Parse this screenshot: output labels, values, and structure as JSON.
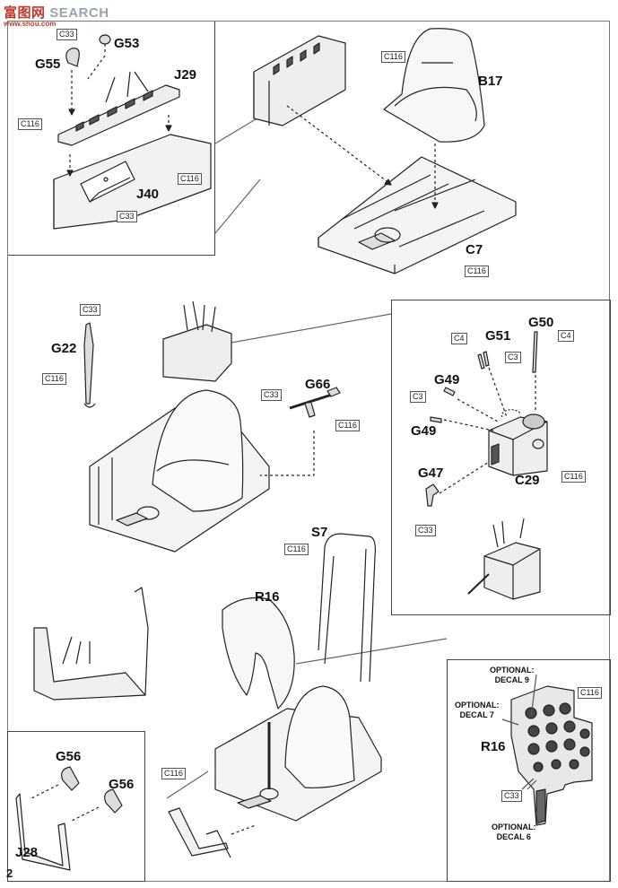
{
  "watermark": {
    "brand": "SEARCH",
    "prefix_glyphs": "富图网",
    "subtext": "www.shou.com"
  },
  "page_number": "2",
  "parts": {
    "G53": "G53",
    "G55": "G55",
    "J29": "J29",
    "J40": "J40",
    "B17": "B17",
    "C7": "C7",
    "G22": "G22",
    "G66": "G66",
    "G51": "G51",
    "G50": "G50",
    "G49a": "G49",
    "G49b": "G49",
    "G47": "G47",
    "C29": "C29",
    "S7": "S7",
    "R16a": "R16",
    "R16b": "R16",
    "G56a": "G56",
    "G56b": "G56",
    "J28": "J28"
  },
  "paint_codes": {
    "c1": "C33",
    "c2": "C116",
    "c3": "C116",
    "c4": "C33",
    "c5": "C116",
    "c6": "C116",
    "c7": "C33",
    "c8": "C116",
    "c9": "C33",
    "c10": "C116",
    "c11": "C4",
    "c12": "C3",
    "c13": "C4",
    "c14": "C3",
    "c15": "C116",
    "c16": "C33",
    "c17": "C116",
    "c18": "C116",
    "c19": "C33",
    "c20": "C116"
  },
  "optional_decals": {
    "d9": "OPTIONAL:\nDECAL 9",
    "d7": "OPTIONAL:\nDECAL 7",
    "d6": "OPTIONAL:\nDECAL 6"
  }
}
